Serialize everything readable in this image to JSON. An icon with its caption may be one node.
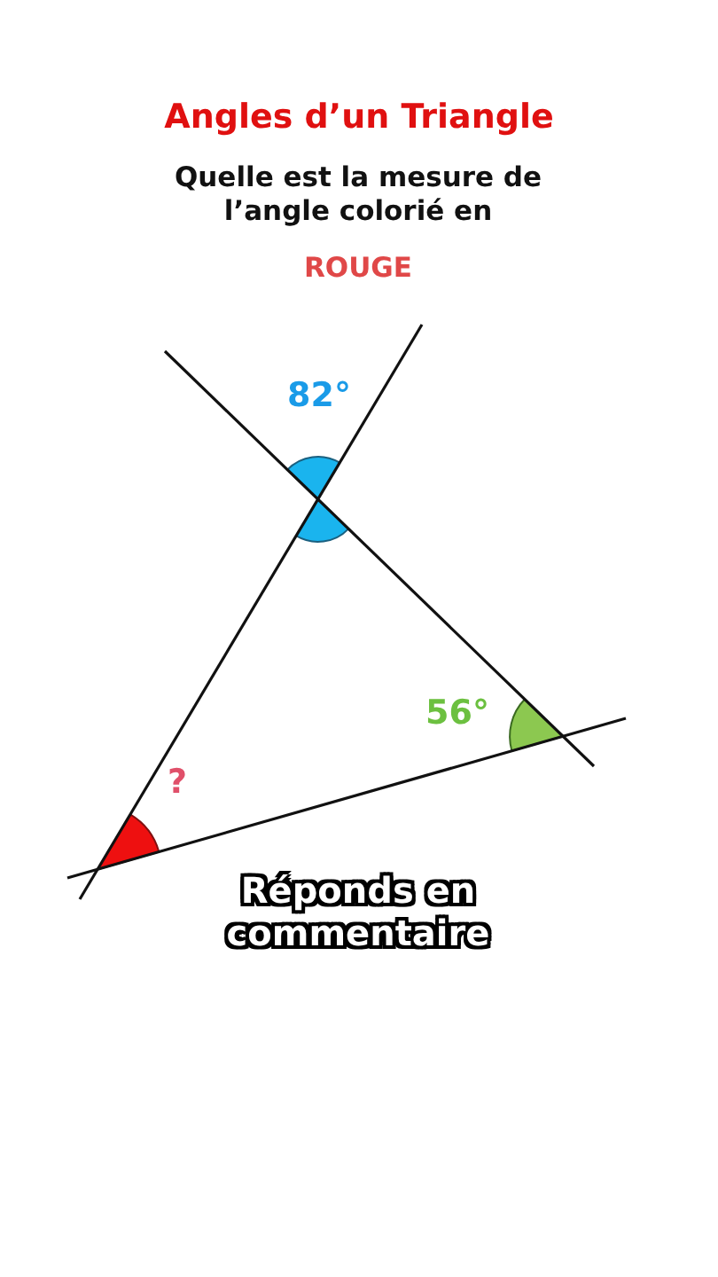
{
  "diagram": {
    "title": "Angles d’un Triangle",
    "labels": [
      "Quelle est la mesure de l’angle colorié en",
      "ROUGE",
      "82°",
      "56°",
      "?",
      "Réponds en commentaire"
    ]
  }
}
